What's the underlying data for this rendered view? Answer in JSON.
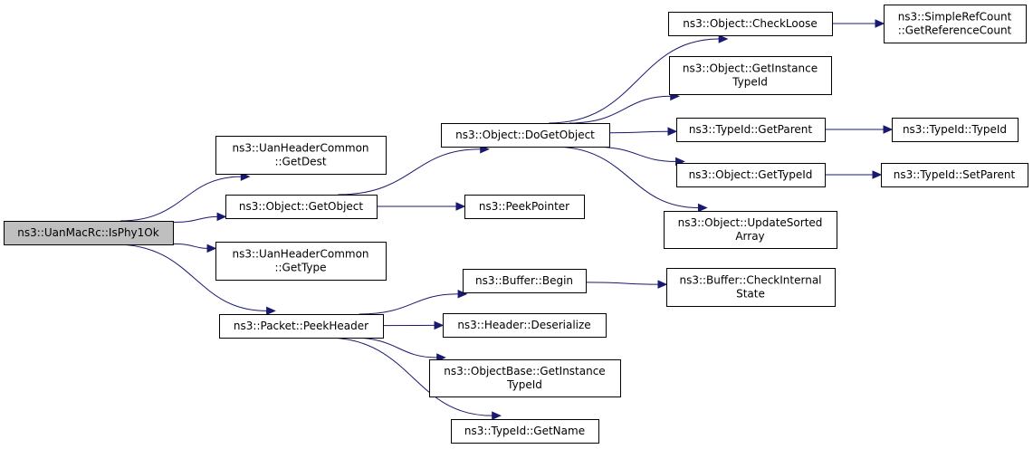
{
  "colors": {
    "edge": "#191970",
    "node_border": "#000000",
    "node_fill": "#ffffff",
    "root_fill": "#bfbfbf"
  },
  "nodes": [
    {
      "id": "ismphy1ok",
      "lines": [
        "ns3::UanMacRc::IsPhy1Ok"
      ],
      "root": true
    },
    {
      "id": "getdest",
      "lines": [
        "ns3::UanHeaderCommon",
        "::GetDest"
      ]
    },
    {
      "id": "getobject",
      "lines": [
        "ns3::Object::GetObject"
      ]
    },
    {
      "id": "gettype",
      "lines": [
        "ns3::UanHeaderCommon",
        "::GetType"
      ]
    },
    {
      "id": "peekheader",
      "lines": [
        "ns3::Packet::PeekHeader"
      ]
    },
    {
      "id": "dogetobject",
      "lines": [
        "ns3::Object::DoGetObject"
      ]
    },
    {
      "id": "peekpointer",
      "lines": [
        "ns3::PeekPointer"
      ]
    },
    {
      "id": "checkloose",
      "lines": [
        "ns3::Object::CheckLoose"
      ]
    },
    {
      "id": "getinstancetypeid",
      "lines": [
        "ns3::Object::GetInstance",
        "TypeId"
      ]
    },
    {
      "id": "getparent",
      "lines": [
        "ns3::TypeId::GetParent"
      ]
    },
    {
      "id": "obj_gettypeid",
      "lines": [
        "ns3::Object::GetTypeId"
      ]
    },
    {
      "id": "updatesortedarray",
      "lines": [
        "ns3::Object::UpdateSorted",
        "Array"
      ]
    },
    {
      "id": "getreferencecount",
      "lines": [
        "ns3::SimpleRefCount",
        "::GetReferenceCount"
      ]
    },
    {
      "id": "typeid_typeid",
      "lines": [
        "ns3::TypeId::TypeId"
      ]
    },
    {
      "id": "setparent",
      "lines": [
        "ns3::TypeId::SetParent"
      ]
    },
    {
      "id": "buffer_begin",
      "lines": [
        "ns3::Buffer::Begin"
      ]
    },
    {
      "id": "deserialize",
      "lines": [
        "ns3::Header::Deserialize"
      ]
    },
    {
      "id": "objectbase_getinstancetypeid",
      "lines": [
        "ns3::ObjectBase::GetInstance",
        "TypeId"
      ]
    },
    {
      "id": "getname",
      "lines": [
        "ns3::TypeId::GetName"
      ]
    },
    {
      "id": "checkinternalstate",
      "lines": [
        "ns3::Buffer::CheckInternal",
        "State"
      ]
    }
  ],
  "edges": [
    {
      "from": "ismphy1ok",
      "to": "getdest"
    },
    {
      "from": "ismphy1ok",
      "to": "getobject"
    },
    {
      "from": "ismphy1ok",
      "to": "gettype"
    },
    {
      "from": "ismphy1ok",
      "to": "peekheader"
    },
    {
      "from": "getobject",
      "to": "dogetobject"
    },
    {
      "from": "getobject",
      "to": "peekpointer"
    },
    {
      "from": "dogetobject",
      "to": "checkloose"
    },
    {
      "from": "dogetobject",
      "to": "getinstancetypeid"
    },
    {
      "from": "dogetobject",
      "to": "getparent"
    },
    {
      "from": "dogetobject",
      "to": "obj_gettypeid"
    },
    {
      "from": "dogetobject",
      "to": "updatesortedarray"
    },
    {
      "from": "checkloose",
      "to": "getreferencecount"
    },
    {
      "from": "getparent",
      "to": "typeid_typeid"
    },
    {
      "from": "obj_gettypeid",
      "to": "setparent"
    },
    {
      "from": "peekheader",
      "to": "buffer_begin"
    },
    {
      "from": "peekheader",
      "to": "deserialize"
    },
    {
      "from": "peekheader",
      "to": "objectbase_getinstancetypeid"
    },
    {
      "from": "peekheader",
      "to": "getname"
    },
    {
      "from": "buffer_begin",
      "to": "checkinternalstate"
    }
  ]
}
